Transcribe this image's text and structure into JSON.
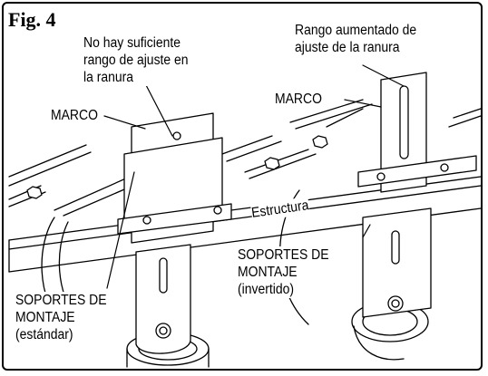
{
  "figure": {
    "title": "Fig. 4",
    "labels": {
      "no_range": "No hay suficiente\nrango de ajuste en\nla ranura",
      "more_range": "Rango aumentado de\najuste de la ranura",
      "frame_left": "MARCO",
      "frame_right": "MARCO",
      "structure": "Estructura",
      "brackets_left": "SOPORTES DE\nMONTAJE\n(estándar)",
      "brackets_right": "SOPORTES DE\nMONTAJE\n(invertido)"
    }
  },
  "colors": {
    "ink": "#000000",
    "paper": "#ffffff",
    "shade": "#e6e6e6"
  }
}
